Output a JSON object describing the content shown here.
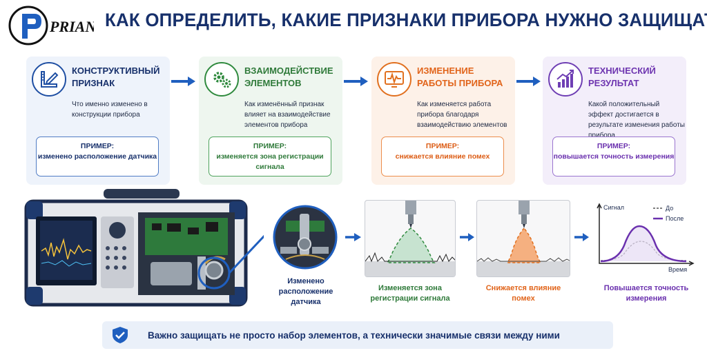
{
  "header": {
    "logo_text": "PRIAN",
    "title": "КАК ОПРЕДЕЛИТЬ, КАКИЕ ПРИЗНАКИ ПРИБОРА НУЖНО ЗАЩИЩАТЬ"
  },
  "steps": [
    {
      "icon": "ruler-pencil-icon",
      "title": "КОНСТРУКТИВНЫЙ ПРИЗНАК",
      "description": "Что именно изменено в конструкции прибора",
      "example_label": "ПРИМЕР:",
      "example_text": "изменено расположение датчика",
      "color": "#17306b"
    },
    {
      "icon": "gears-icon",
      "title": "ВЗАИМОДЕЙСТВИЕ ЭЛЕМЕНТОВ",
      "description": "Как изменённый признак влияет на взаимодействие элементов прибора",
      "example_label": "ПРИМЕР:",
      "example_text": "изменяется зона регистрации сигнала",
      "color": "#2f7a3a"
    },
    {
      "icon": "pulse-monitor-icon",
      "title": "ИЗМЕНЕНИЕ РАБОТЫ ПРИБОРА",
      "description": "Как изменяется работа прибора благодаря взаимодействию элементов",
      "example_label": "ПРИМЕР:",
      "example_text": "снижается влияние помех",
      "color": "#e1641a"
    },
    {
      "icon": "growth-chart-icon",
      "title": "ТЕХНИЧЕСКИЙ РЕЗУЛЬТАТ",
      "description": "Какой положительный эффект достигается в результате изменения работы прибора",
      "example_label": "ПРИМЕР:",
      "example_text": "повышается точность измерения",
      "color": "#6a30ae"
    }
  ],
  "illustrations": {
    "captions": [
      "Изменено расположение датчика",
      "Изменяется зона регистрации сигнала",
      "Снижается влияние помех",
      "Повышается точность измерения"
    ],
    "signal_graph": {
      "y_label": "Сигнал",
      "x_label": "Время",
      "legend_before": "До",
      "legend_after": "После",
      "before_color": "#555555",
      "after_color": "#6a30ae"
    }
  },
  "footer": {
    "icon": "shield-check-icon",
    "text": "Важно защищать не просто набор элементов, а технически значимые связи между ними"
  }
}
